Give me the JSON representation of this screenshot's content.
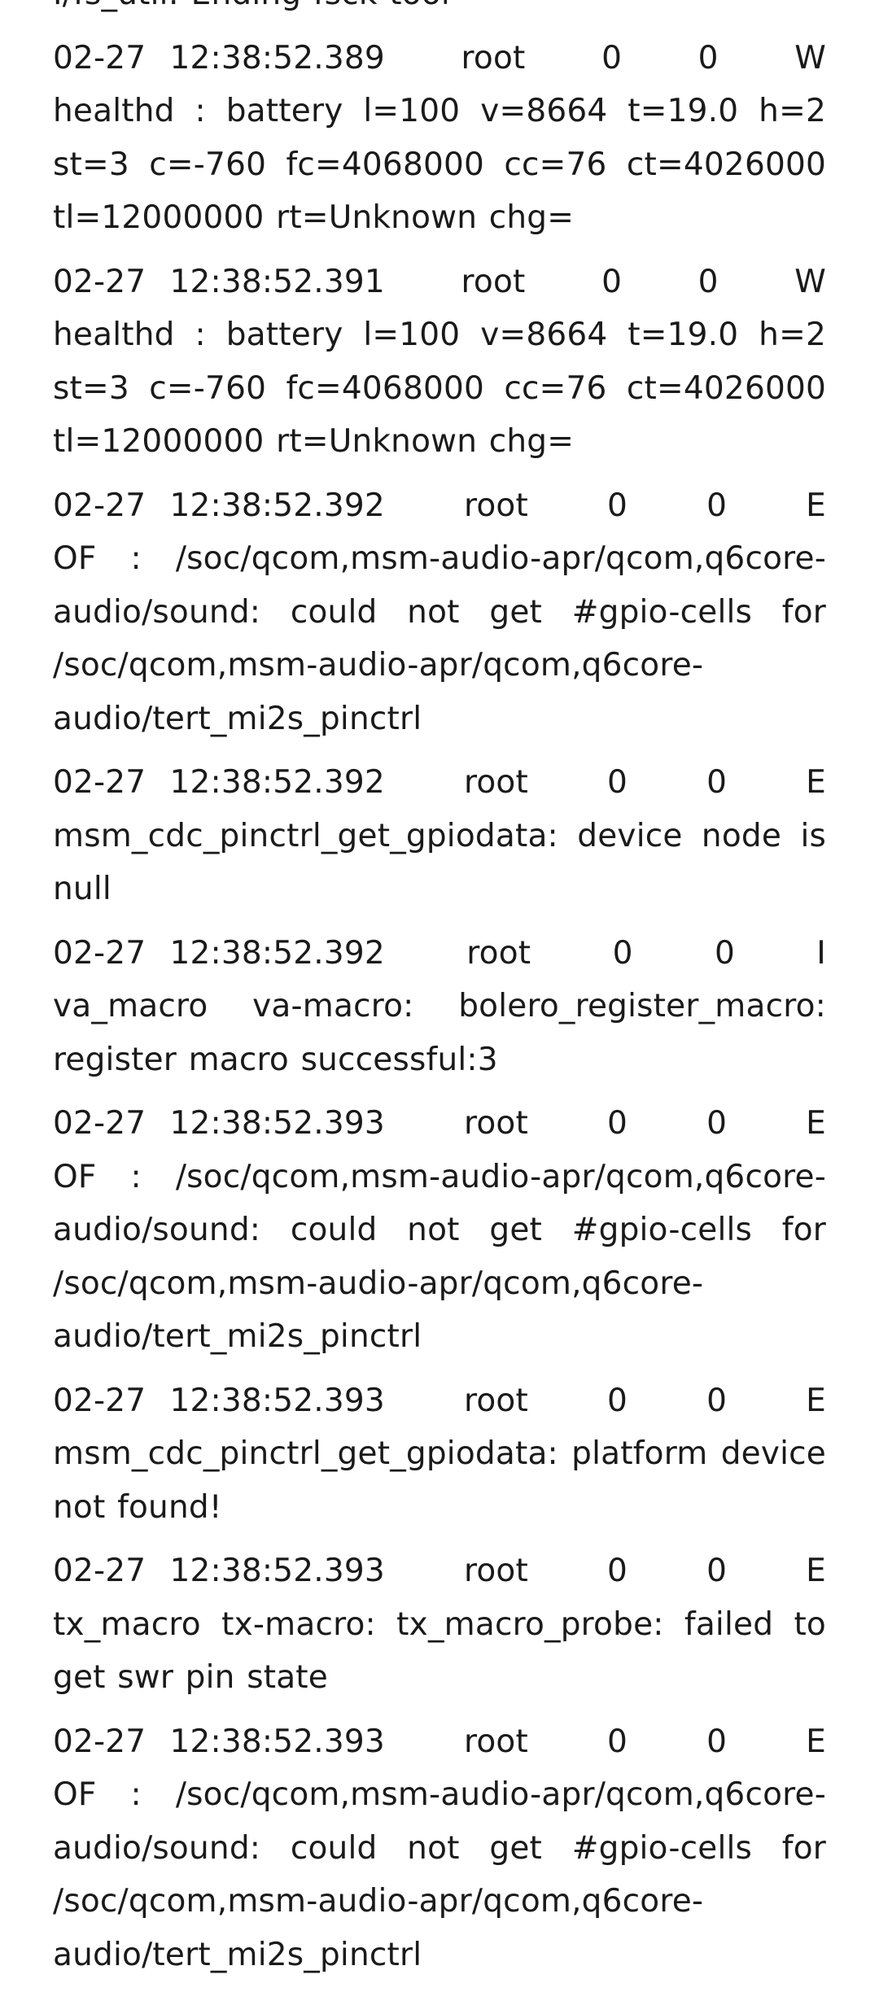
{
  "log": {
    "top_partial": "I/fs_util: Ending fsck tool",
    "entries": [
      {
        "date": "02-27",
        "time": "12:38:52.389",
        "user": "root",
        "pid": "0",
        "tid": "0",
        "level": "W",
        "message": "healthd : battery l=100 v=8664 t=19.0 h=2 st=3 c=-760 fc=4068000 cc=76 ct=4026000 tl=12000000 rt=Unknown chg="
      },
      {
        "date": "02-27",
        "time": "12:38:52.391",
        "user": "root",
        "pid": "0",
        "tid": "0",
        "level": "W",
        "message": "healthd : battery l=100 v=8664 t=19.0 h=2 st=3 c=-760 fc=4068000 cc=76 ct=4026000 tl=12000000 rt=Unknown chg="
      },
      {
        "date": "02-27",
        "time": "12:38:52.392",
        "user": "root",
        "pid": "0",
        "tid": "0",
        "level": "E",
        "message": "OF : /soc/qcom,msm-audio-apr/qcom,q6core-audio/sound: could not get #gpio-cells for /soc/qcom,msm-audio-apr/qcom,q6core-audio/tert_mi2s_pinctrl"
      },
      {
        "date": "02-27",
        "time": "12:38:52.392",
        "user": "root",
        "pid": "0",
        "tid": "0",
        "level": "E",
        "message": "msm_cdc_pinctrl_get_gpiodata: device node is null"
      },
      {
        "date": "02-27",
        "time": "12:38:52.392",
        "user": "root",
        "pid": "0",
        "tid": "0",
        "level": "I",
        "message": "va_macro va-macro: bolero_register_macro: register macro successful:3"
      },
      {
        "date": "02-27",
        "time": "12:38:52.393",
        "user": "root",
        "pid": "0",
        "tid": "0",
        "level": "E",
        "message": "OF : /soc/qcom,msm-audio-apr/qcom,q6core-audio/sound: could not get #gpio-cells for /soc/qcom,msm-audio-apr/qcom,q6core-audio/tert_mi2s_pinctrl"
      },
      {
        "date": "02-27",
        "time": "12:38:52.393",
        "user": "root",
        "pid": "0",
        "tid": "0",
        "level": "E",
        "message": "msm_cdc_pinctrl_get_gpiodata: platform device not found!"
      },
      {
        "date": "02-27",
        "time": "12:38:52.393",
        "user": "root",
        "pid": "0",
        "tid": "0",
        "level": "E",
        "message": "tx_macro tx-macro: tx_macro_probe: failed to get swr pin state"
      },
      {
        "date": "02-27",
        "time": "12:38:52.393",
        "user": "root",
        "pid": "0",
        "tid": "0",
        "level": "E",
        "message": "OF : /soc/qcom,msm-audio-apr/qcom,q6core-audio/sound: could not get #gpio-cells for /soc/qcom,msm-audio-apr/qcom,q6core-audio/tert_mi2s_pinctrl"
      }
    ]
  }
}
